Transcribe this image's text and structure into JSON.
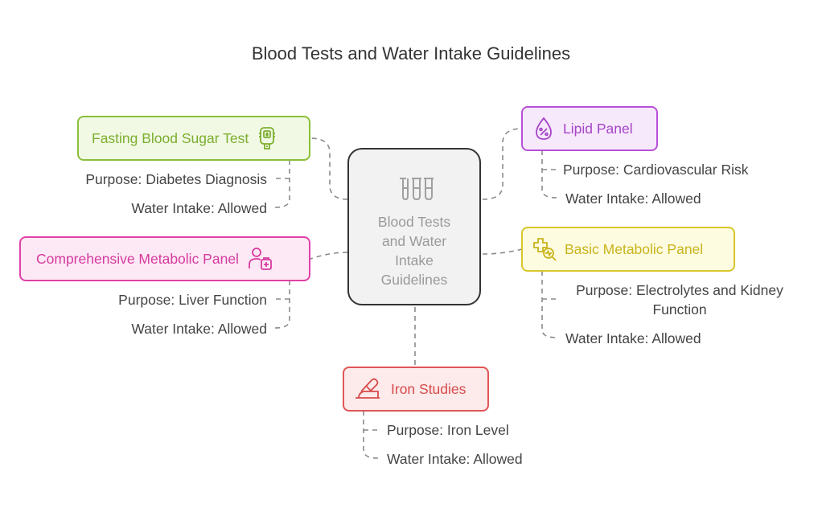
{
  "title": "Blood Tests and Water Intake Guidelines",
  "center": {
    "label": "Blood Tests\nand Water\nIntake\nGuidelines",
    "icon": "test-tubes-icon"
  },
  "nodes": {
    "fasting": {
      "label": "Fasting Blood Sugar Test",
      "icon": "glucose-meter-icon",
      "color": "#8bbf3a",
      "bg": "#f1f9e4",
      "text_color": "#7cae2e",
      "purpose": "Purpose: Diabetes Diagnosis",
      "water": "Water Intake: Allowed"
    },
    "comprehensive": {
      "label": "Comprehensive Metabolic Panel",
      "icon": "patient-medical-icon",
      "color": "#e040a8",
      "bg": "#fde9f5",
      "text_color": "#d63a9e",
      "purpose": "Purpose: Liver Function",
      "water": "Water Intake: Allowed"
    },
    "lipid": {
      "label": "Lipid Panel",
      "icon": "drop-percent-icon",
      "color": "#b84fd8",
      "bg": "#f6e9fb",
      "text_color": "#a744c8",
      "purpose": "Purpose: Cardiovascular Risk",
      "water": "Water Intake: Allowed"
    },
    "basic": {
      "label": "Basic Metabolic Panel",
      "icon": "medical-search-icon",
      "color": "#d8c62a",
      "bg": "#fdfbe0",
      "text_color": "#c9b41c",
      "purpose": "Purpose: Electrolytes and Kidney\nFunction",
      "water": "Water Intake: Allowed"
    },
    "iron": {
      "label": "Iron Studies",
      "icon": "pill-plate-icon",
      "color": "#e05656",
      "bg": "#fdeaea",
      "text_color": "#d64b4b",
      "purpose": "Purpose: Iron Level",
      "water": "Water Intake: Allowed"
    }
  }
}
